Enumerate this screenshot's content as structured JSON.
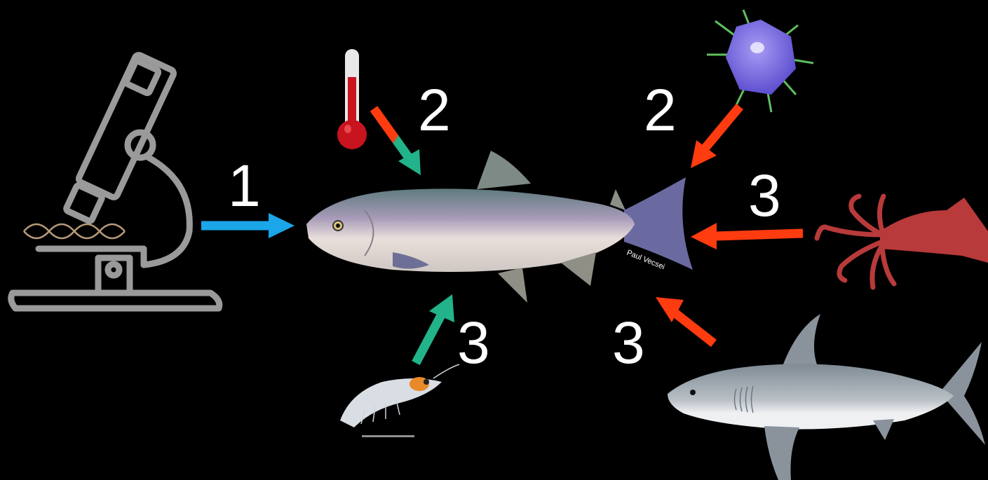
{
  "labels": {
    "microscope_number": "1",
    "temperature_number": "2",
    "virus_number": "2",
    "squid_number": "3",
    "krill_number": "3",
    "shark_number": "3"
  },
  "credit": "Paul Vecsei",
  "colors": {
    "background": "#000000",
    "blue_arrow": "#1aa6e8",
    "teal_arrow": "#22b38a",
    "red_arrow": "#ff3b10",
    "microscope_line": "#9a9a9a",
    "dna_line": "#b89a78",
    "thermometer_red": "#c8141e",
    "virus_body": "#7d6fe0",
    "virus_spikes": "#5fbf5f",
    "squid": "#b83a3a",
    "shark": "#9aa2aa",
    "salmon_back": "#6f8a8a",
    "salmon_belly": "#e6dcd6"
  },
  "icons": [
    "microscope-icon",
    "dna-icon",
    "thermometer-icon",
    "virus-icon",
    "salmon-illustration",
    "krill-illustration",
    "squid-illustration",
    "shark-illustration"
  ]
}
